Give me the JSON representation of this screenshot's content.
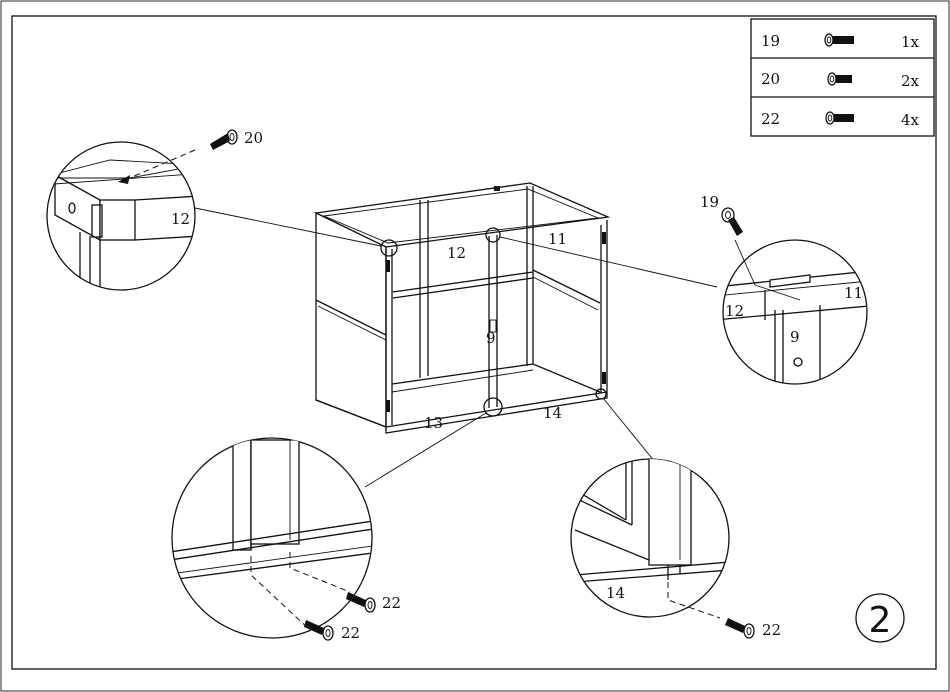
{
  "parts_table": [
    {
      "part_number": "19",
      "quantity": "1x",
      "icon": "screw-19-icon"
    },
    {
      "part_number": "20",
      "quantity": "2x",
      "icon": "screw-20-icon"
    },
    {
      "part_number": "22",
      "quantity": "4x",
      "icon": "screw-22-icon"
    }
  ],
  "labels": {
    "cabinet_top_left": "12",
    "cabinet_top_right": "11",
    "cabinet_mid": "9",
    "cabinet_bottom_left": "13",
    "cabinet_bottom_right": "14",
    "detail_top_left_part": "12",
    "detail_top_left_screw": "20",
    "detail_top_right_screw": "19",
    "detail_top_right_left": "12",
    "detail_top_right_right": "11",
    "detail_top_right_post": "9",
    "detail_bottom_left_screw_a": "22",
    "detail_bottom_left_screw_b": "22",
    "detail_bottom_right_part": "14",
    "detail_bottom_right_screw": "22"
  },
  "step_number": "2"
}
